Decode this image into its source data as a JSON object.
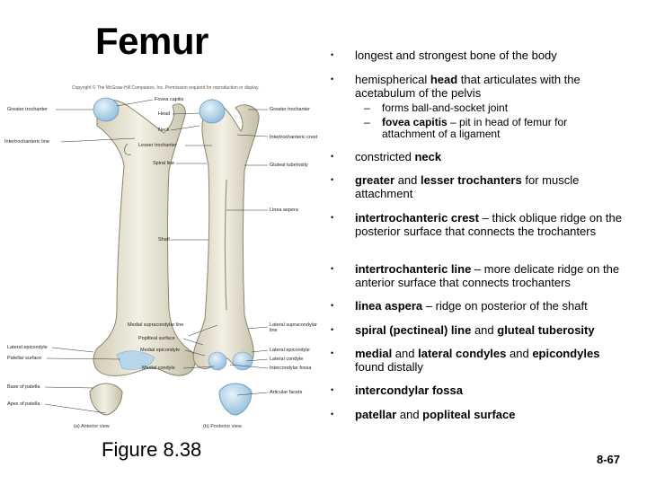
{
  "title": "Femur",
  "copyright": "Copyright © The McGraw-Hill Companies, Inc. Permission required for reproduction or display.",
  "caption": "Figure 8.38",
  "page_number": "8-67",
  "views": {
    "anterior": "(a) Anterior view",
    "posterior": "(b) Posterior view"
  },
  "labels": {
    "fovea_capitis": "Fovea capitis",
    "greater_trochanter_left": "Greater trochanter",
    "head": "Head",
    "greater_trochanter_right": "Greater trochanter",
    "neck": "Neck",
    "intertrochanteric_crest": "Intertrochanteric crest",
    "intertrochanteric_line": "Intertrochanteric line",
    "lesser_trochanter": "Lesser trochanter",
    "spiral_line": "Spiral line",
    "gluteal_tuberosity": "Gluteal tuberosity",
    "linea_aspera": "Linea aspera",
    "shaft": "Shaft",
    "medial_supracondylar_line": "Medial supracondylar line",
    "lateral_supracondylar_line_1": "Lateral supracondylar",
    "lateral_supracondylar_line_2": "line",
    "popliteal_surface": "Popliteal surface",
    "lateral_epicondyle_left": "Lateral epicondyle",
    "medial_epicondyle": "Medial epicondyle",
    "lateral_epicondyle_right": "Lateral epicondyle",
    "patellar_surface": "Patellar surface",
    "lateral_condyle": "Lateral condyle",
    "medial_condyle": "Medial condyle",
    "intercondylar_fossa": "Intercondylar fossa",
    "base_of_patella": "Base of patella",
    "articular_facets": "Articular facets",
    "apex_of_patella": "Apex of patella"
  },
  "bullets": [
    {
      "text": "longest and strongest bone of the  body"
    },
    {
      "pre": "hemispherical ",
      "bold": "head",
      "post": " that articulates with the acetabulum of the pelvis"
    },
    {
      "pre": "constricted ",
      "bold": "neck",
      "post": ""
    },
    {
      "bold1": "greater",
      "mid": " and ",
      "bold2": "lesser trochanters",
      "post": " for muscle attachment"
    },
    {
      "bold": "intertrochanteric crest",
      "post": " – thick oblique ridge on the posterior surface that connects the trochanters"
    },
    {
      "bold": "intertrochanteric line",
      "post": " – more delicate ridge on the anterior surface that connects trochanters"
    },
    {
      "bold": "linea aspera",
      "post": " – ridge on posterior of the shaft"
    },
    {
      "bold1": "spiral (pectineal) line",
      "mid": " and ",
      "bold2": "gluteal tuberosity",
      "post": ""
    },
    {
      "bold1": "medial",
      "mid": " and ",
      "bold2": "lateral condyles",
      "mid2": " and ",
      "bold3": "epicondyles",
      "post": " found distally"
    },
    {
      "bold": "intercondylar fossa",
      "post": ""
    },
    {
      "bold": "patellar",
      "mid": " and ",
      "bold2": "popliteal surface",
      "post": ""
    }
  ],
  "sub_bullets": [
    {
      "dash": "–",
      "text": "forms ball-and-socket joint"
    },
    {
      "dash": "–",
      "bold": "fovea capitis",
      "post": " – pit in head of femur for attachment of a ligament"
    }
  ],
  "colors": {
    "bone": "#ece8d8",
    "bone_shade": "#c9c3ad",
    "cartilage": "#aecfe6",
    "cartilage_dark": "#7fb1d4"
  }
}
